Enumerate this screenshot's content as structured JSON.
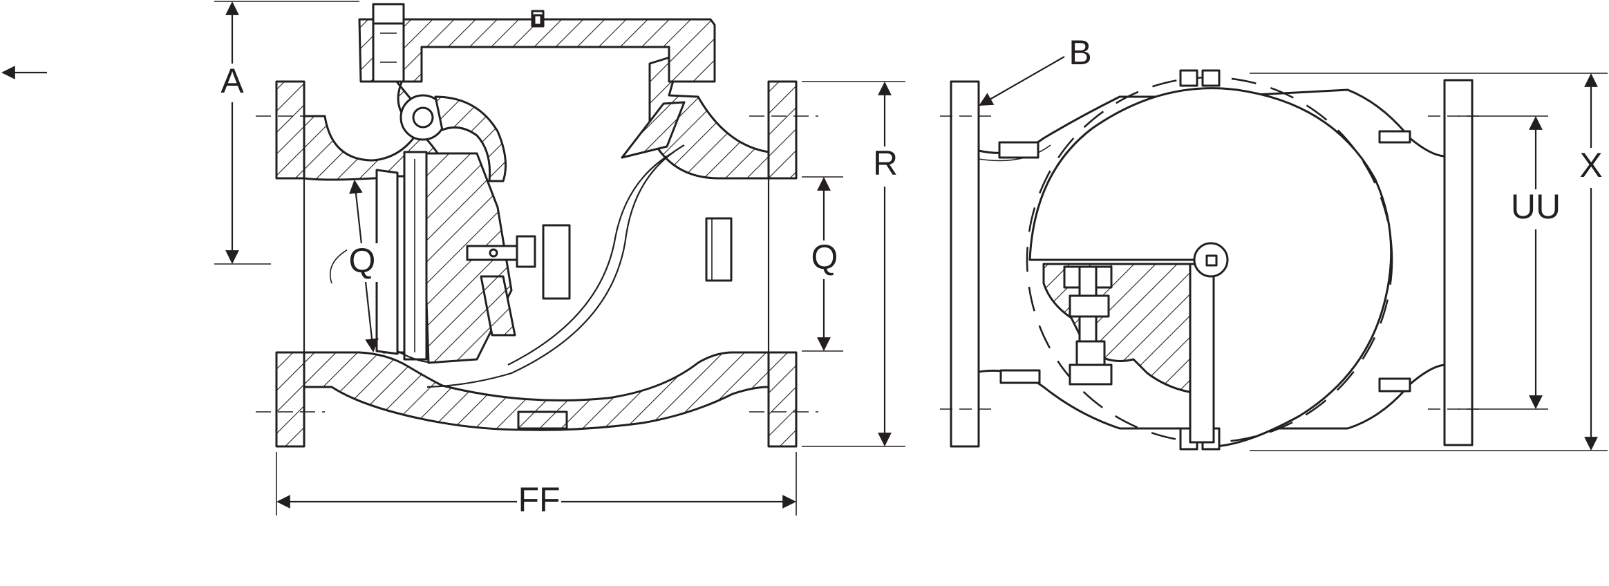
{
  "dimensions": {
    "a": "A",
    "b": "B",
    "q_left": "Q",
    "q_right": "Q",
    "r": "R",
    "ff": "FF",
    "uu": "UU",
    "x": "X"
  },
  "colors": {
    "line": "#231f20",
    "background": "#ffffff"
  }
}
